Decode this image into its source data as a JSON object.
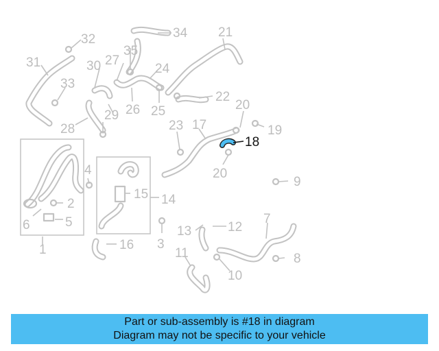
{
  "diagram": {
    "highlight_color": "#4dbdf2",
    "highlighted_part": "18",
    "callouts": [
      "1",
      "2",
      "3",
      "4",
      "5",
      "6",
      "7",
      "8",
      "9",
      "10",
      "11",
      "12",
      "13",
      "14",
      "15",
      "16",
      "17",
      "18",
      "19",
      "20",
      "20",
      "21",
      "22",
      "23",
      "24",
      "25",
      "26",
      "27",
      "28",
      "29",
      "30",
      "31",
      "32",
      "33",
      "34",
      "35"
    ]
  },
  "banner": {
    "line1": "Part or sub-assembly is #18 in diagram",
    "line2": "Diagram may not be specific to your vehicle",
    "background": "#4dbdf2"
  }
}
